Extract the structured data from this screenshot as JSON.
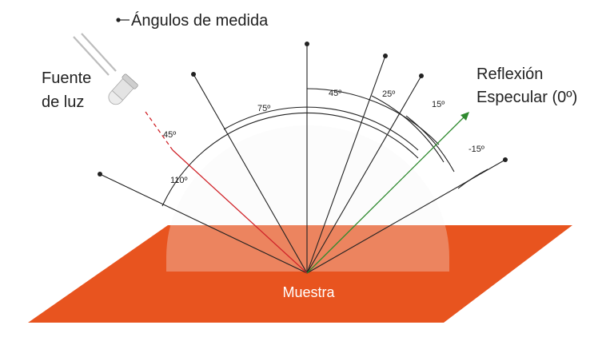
{
  "title": "Ángulos de medida",
  "light_source_label_line1": "Fuente",
  "light_source_label_line2": "de luz",
  "specular_label_line1": "Reflexión",
  "specular_label_line2": "Especular (0º)",
  "sample_label": "Muestra",
  "incident_angle_label": "45º",
  "angle_labels": {
    "a110": "110º",
    "a75": "75º",
    "a45": "45º",
    "a25": "25º",
    "a15": "15º",
    "am15": "-15º"
  },
  "measurement_angles_deg": [
    110,
    75,
    45,
    25,
    15,
    -15
  ],
  "incident_angle_deg": 45,
  "specular_angle_deg": 0,
  "colors": {
    "sample_fill": "#e8541f",
    "sample_glow": "#f08a5c",
    "dome": "#f1f1f1",
    "incident_ray": "#d0242a",
    "specular_ray": "#2f8a2f",
    "lines": "#222222",
    "sample_text": "#ffffff"
  },
  "icons": {
    "light_source": "led-icon",
    "marker": "dot-icon"
  }
}
